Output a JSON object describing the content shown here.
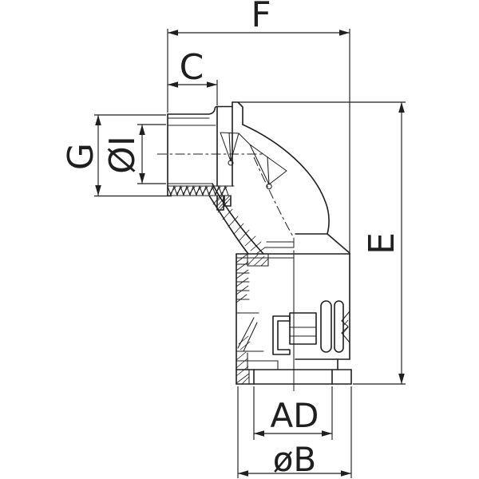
{
  "drawing": {
    "background_color": "#ffffff",
    "line_color": "#1f1f1f",
    "dimension_labels": {
      "overall_width": "F",
      "thread_length": "C",
      "thread_diameter": "G",
      "inner_diameter": "ØI",
      "overall_height": "E",
      "bore_diameter": "AD",
      "outer_diameter": "øB"
    }
  }
}
